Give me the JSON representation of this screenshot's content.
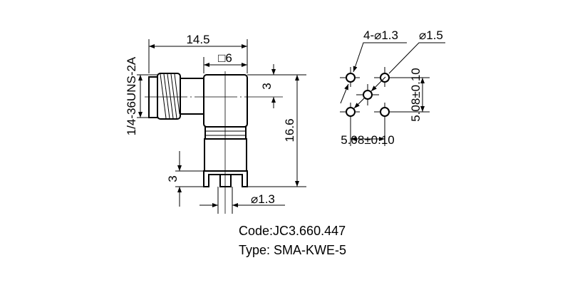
{
  "drawing": {
    "dim_length": "14.5",
    "dim_square": "□6",
    "dim_top_offset": "3",
    "dim_height": "16.6",
    "dim_pin_length": "3",
    "dim_pin_diameter": "⌀1.3",
    "thread_spec": "1/4-36UNS-2A",
    "hole_count_diameter": "4-⌀1.3",
    "center_hole_diameter": "⌀1.5",
    "pitch_horizontal": "5.08±0.10",
    "pitch_vertical": "5.08±0.10"
  },
  "caption": {
    "code": "Code:JC3.660.447",
    "type": "Type: SMA-KWE-5"
  }
}
